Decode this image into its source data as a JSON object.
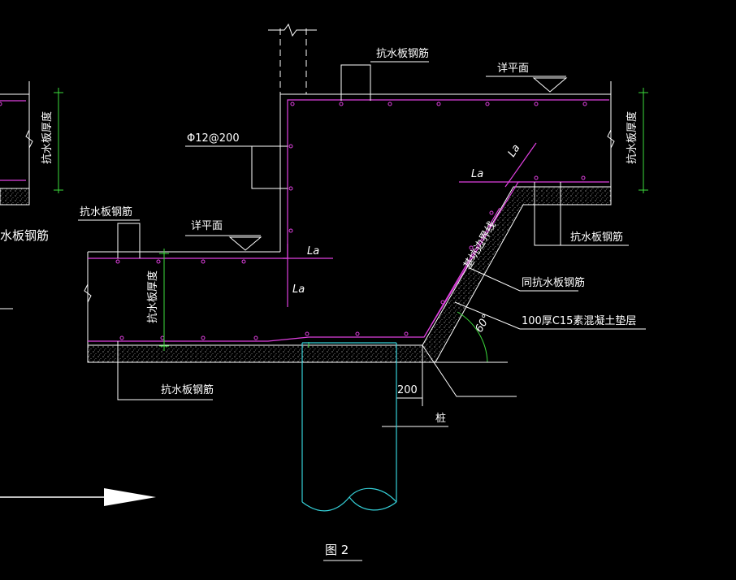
{
  "labels": {
    "rebar_top": "抗水板钢筋",
    "rebar_left_mid": "抗水板钢筋",
    "rebar_left_edge": "水板钢筋",
    "rebar_bottom": "抗水板钢筋",
    "rebar_right": "抗水板钢筋",
    "rebar_same": "同抗水板钢筋",
    "level_left": "详平面",
    "level_right": "详平面",
    "spacing": "Φ12@200",
    "thickness_left": "抗水板厚度",
    "thickness_mid": "抗水板厚度",
    "thickness_right": "抗水板厚度",
    "la_top": "La",
    "la_diag": "La",
    "la_mid": "La",
    "la_mid2": "La",
    "pit_line": "基坑边界线",
    "cushion": "100厚C15素混凝土垫层",
    "angle": "60°",
    "dim_200": "200",
    "pile": "桩",
    "figure": "图 2"
  },
  "colors": {
    "line": "#ffffff",
    "rebar": "#e040e0",
    "dimension": "#3cdc3c",
    "pile": "#35d0d8"
  }
}
